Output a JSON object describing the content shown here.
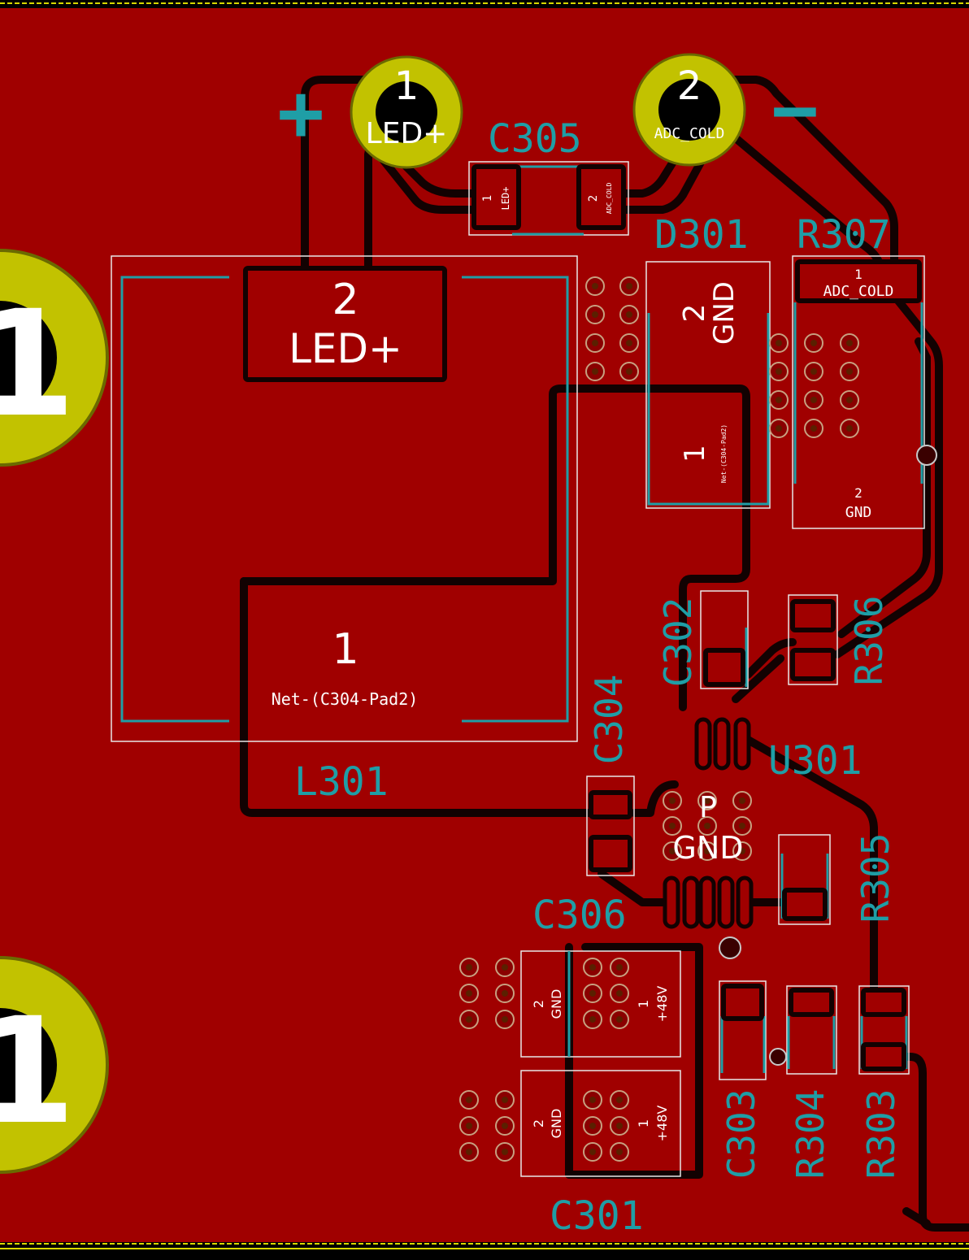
{
  "colors": {
    "copper": "#a00000",
    "copper_edge": "#6e0000",
    "trace": "#120202",
    "silkscreen": "#1f9ea6",
    "courtyard": "#e8e8e8",
    "tht_ring": "#c2c200",
    "via_ring": "#c8c8c8",
    "edge_cut": "#d8d800",
    "pad_text": "#ffffff"
  },
  "pads": {
    "j1_num": "1",
    "j1_net": "LED+",
    "j2_num": "2",
    "j2_net": "ADC_COLD",
    "c305_p1_num": "1",
    "c305_p1_net": "LED+",
    "c305_p2_num": "2",
    "c305_p2_net": "ADC_COLD",
    "l301_p2_num": "2",
    "l301_p2_net": "LED+",
    "l301_p1_num": "1",
    "l301_p1_net": "Net-(C304-Pad2)",
    "d301_p2_num": "2",
    "d301_p2_net": "GND",
    "d301_p1_num": "1",
    "d301_p1_net": "Net-(C304-Pad2)",
    "r307_p1_num": "1",
    "r307_p1_net": "ADC_COLD",
    "r307_p2_num": "2",
    "r307_p2_net": "GND",
    "u301_ep_num": "P",
    "u301_ep_net": "GND",
    "c301a_p2_num": "2",
    "c301a_p2_net": "GND",
    "c301a_p1_num": "1",
    "c301a_p1_net": "+48V",
    "c301b_p2_num": "2",
    "c301b_p2_net": "GND",
    "c301b_p1_num": "1",
    "c301b_p1_net": "+48V",
    "big_left_top": "1",
    "big_left_bottom": "1"
  },
  "refs": {
    "c305": "C305",
    "d301": "D301",
    "r307": "R307",
    "l301": "L301",
    "c302": "C302",
    "c304": "C304",
    "r306": "R306",
    "u301": "U301",
    "c306": "C306",
    "r305": "R305",
    "c303": "C303",
    "r304": "R304",
    "r303": "R303",
    "c301": "C301"
  },
  "polarity": {
    "plus": "+",
    "minus": "−"
  }
}
